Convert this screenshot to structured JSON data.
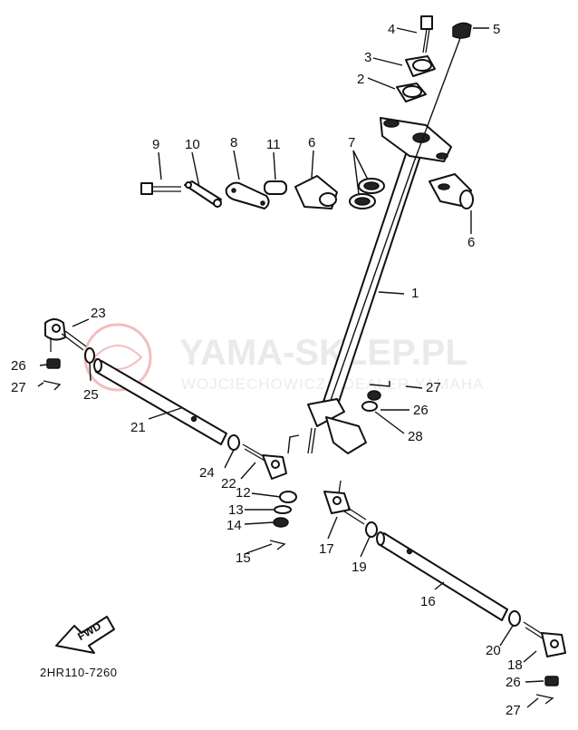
{
  "watermark": {
    "title": "YAMA-SKLEP.PL",
    "subtitle": "WOJCIECHOWICZ · DEALER YAMAHA",
    "logo_color": "#e98a8a"
  },
  "diagram_code": "2HR110-7260",
  "fwd_label": "FWD",
  "callouts": {
    "c1": "1",
    "c2": "2",
    "c3": "3",
    "c4": "4",
    "c5": "5",
    "c6a": "6",
    "c6b": "6",
    "c7": "7",
    "c8": "8",
    "c9": "9",
    "c10": "10",
    "c11": "11",
    "c12": "12",
    "c13": "13",
    "c14": "14",
    "c15": "15",
    "c16": "16",
    "c17": "17",
    "c18": "18",
    "c19": "19",
    "c20": "20",
    "c21": "21",
    "c22": "22",
    "c23": "23",
    "c24": "24",
    "c25": "25",
    "c26a": "26",
    "c26b": "26",
    "c26c": "26",
    "c27a": "27",
    "c27b": "27",
    "c27c": "27",
    "c28": "28"
  }
}
